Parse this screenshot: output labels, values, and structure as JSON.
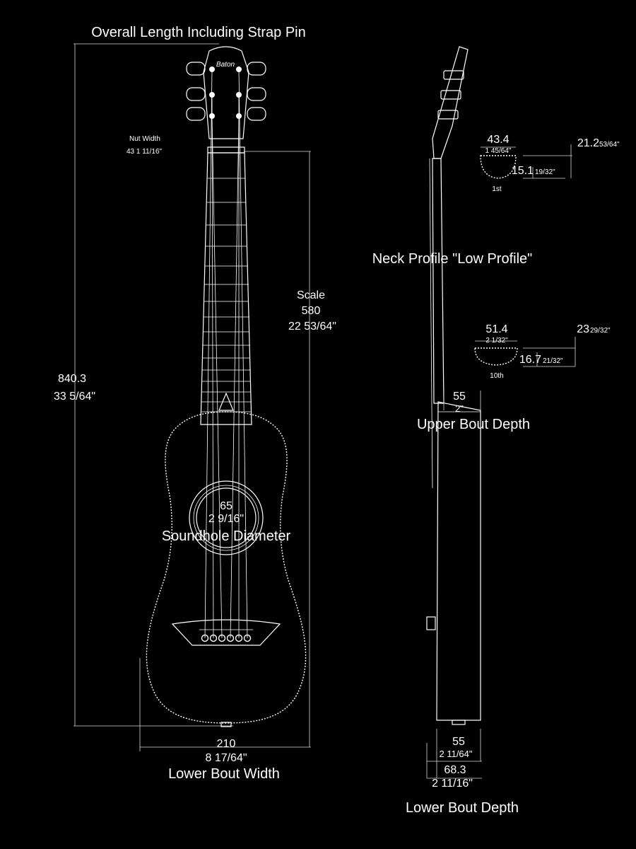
{
  "overall_length": {
    "label": "Overall Length Including Strap Pin",
    "mm": "840.3",
    "inch": "33 5/64\""
  },
  "nut_width": {
    "label": "Nut Width",
    "value": "43  1 11/16\""
  },
  "scale": {
    "label": "Scale",
    "mm": "580",
    "inch": "22 53/64\""
  },
  "soundhole": {
    "label": "Soundhole Diameter",
    "mm": "65",
    "inch": "2 9/16\""
  },
  "lower_bout_width": {
    "label": "Lower Bout Width",
    "mm": "210",
    "inch": "8 17/64\""
  },
  "neck_profile": {
    "label": "Neck Profile \"Low Profile\"",
    "first": {
      "fret": "1st",
      "width_mm": "43.4",
      "width_in": "1 45/64\"",
      "depth_mm": "15.1",
      "depth_in": "19/32\"",
      "total_mm": "21.2",
      "total_in": "53/64\""
    },
    "tenth": {
      "fret": "10th",
      "width_mm": "51.4",
      "width_in": "2 1/32\"",
      "depth_mm": "16.7",
      "depth_in": "21/32\"",
      "total_mm": "23",
      "total_in": "29/32\""
    }
  },
  "upper_bout_depth": {
    "label": "Upper Bout Depth",
    "mm": "55",
    "inch": "2\""
  },
  "lower_bout_depth": {
    "label": "Lower Bout Depth",
    "inner_mm": "55",
    "inner_in": "2 11/64\"",
    "outer_mm": "68.3",
    "outer_in": "2 11/16\""
  },
  "headstock_logo": "Baton"
}
